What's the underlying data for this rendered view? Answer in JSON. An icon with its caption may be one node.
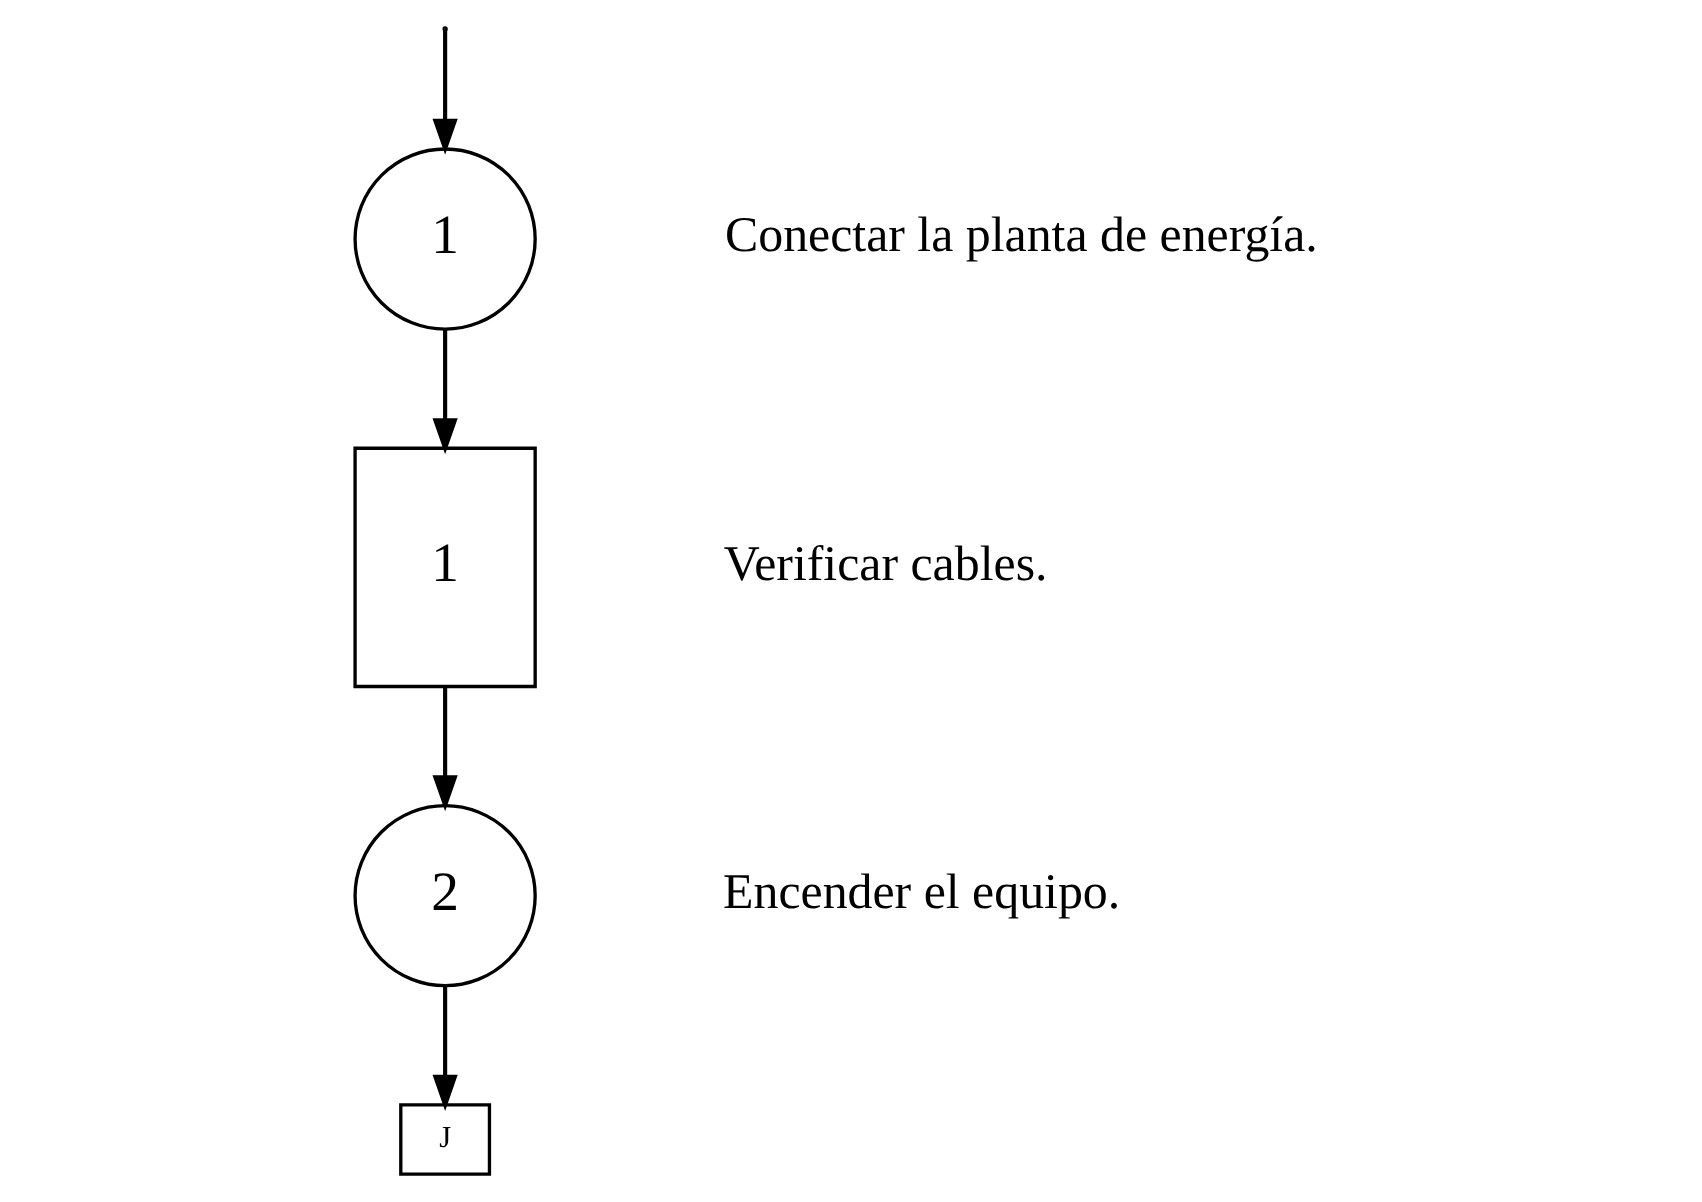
{
  "diagram": {
    "nodes": [
      {
        "text": [
          "1"
        ],
        "beside": [
          "Conectar la planta de energía."
        ]
      },
      {
        "text": [
          "1"
        ],
        "beside": [
          "Verificar cables."
        ]
      },
      {
        "text": [
          "2"
        ],
        "beside": [
          "Encender el equipo."
        ]
      },
      {
        "text": [
          "J"
        ]
      }
    ],
    "edges": [
      {
        "from": null,
        "to": 0,
        "arrow": "to"
      },
      {
        "from": 0,
        "to": 1,
        "arrow": "to"
      },
      {
        "from": 1,
        "to": 2,
        "arrow": "to"
      },
      {
        "from": 2,
        "to": 3,
        "arrow": "to"
      }
    ]
  }
}
